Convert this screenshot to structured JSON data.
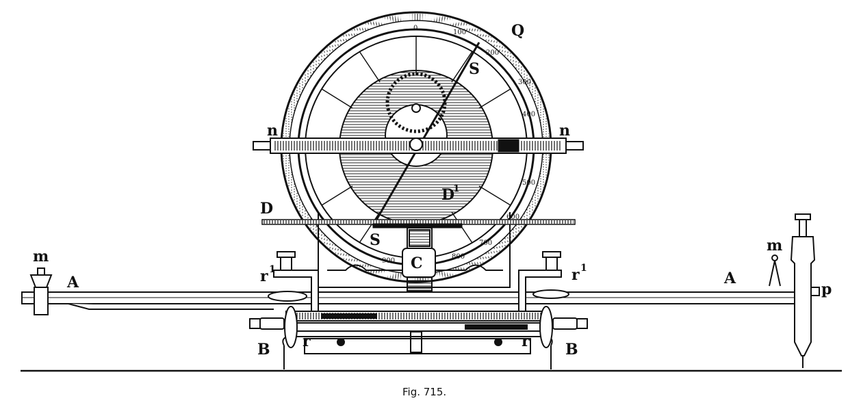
{
  "figure": {
    "caption": "Fig. 715.",
    "labels": {
      "Q": "Q",
      "S": "S",
      "n": "n",
      "D": "D",
      "D1": "D",
      "D1_sup": "1",
      "C": "C",
      "A": "A",
      "m": "m",
      "r": "r",
      "r1": "r",
      "r1_sup": "1",
      "B": "B",
      "p": "p"
    },
    "dial_numbers": [
      "0",
      "100",
      "200",
      "300",
      "400",
      "500",
      "600",
      "700",
      "800",
      "900"
    ]
  }
}
